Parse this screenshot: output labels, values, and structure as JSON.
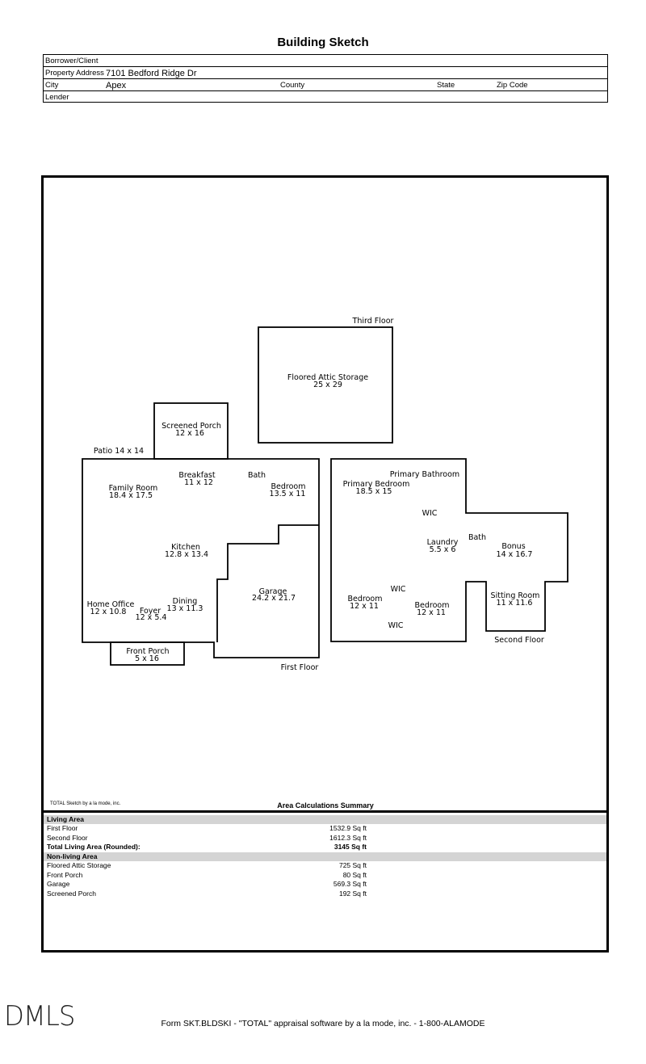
{
  "title": "Building Sketch",
  "header": {
    "borrower_label": "Borrower/Client",
    "borrower_value": "",
    "address_label": "Property Address",
    "address_value": "7101 Bedford Ridge Dr",
    "city_label": "City",
    "city_value": "Apex",
    "county_label": "County",
    "state_label": "State",
    "zip_label": "Zip Code",
    "lender_label": "Lender"
  },
  "sketch": {
    "third_floor_label": "Third Floor",
    "second_floor_label": "Second Floor",
    "first_floor_label": "First Floor",
    "patio_label": "Patio 14 x 14",
    "rooms": {
      "attic": {
        "name": "Floored Attic Storage",
        "dims": "25 x 29"
      },
      "screened_porch": {
        "name": "Screened Porch",
        "dims": "12 x 16"
      },
      "breakfast": {
        "name": "Breakfast",
        "dims": "11 x 12"
      },
      "family_room": {
        "name": "Family Room",
        "dims": "18.4 x 17.5"
      },
      "bath1": {
        "name": "Bath"
      },
      "bedroom1": {
        "name": "Bedroom",
        "dims": "13.5 x 11"
      },
      "kitchen": {
        "name": "Kitchen",
        "dims": "12.8 x 13.4"
      },
      "garage": {
        "name": "Garage",
        "dims": "24.2 x 21.7"
      },
      "home_office": {
        "name": "Home Office",
        "dims": "12 x 10.8"
      },
      "dining": {
        "name": "Dining",
        "dims": "13 x 11.3"
      },
      "foyer": {
        "name": "Foyer",
        "dims": "12 x 5.4"
      },
      "front_porch": {
        "name": "Front Porch",
        "dims": "5 x 16"
      },
      "primary_bath": {
        "name": "Primary Bathroom"
      },
      "primary_bed": {
        "name": "Primary Bedroom",
        "dims": "18.5 x 15"
      },
      "wic1": {
        "name": "WIC"
      },
      "laundry": {
        "name": "Laundry",
        "dims": "5.5 x 6"
      },
      "bath2": {
        "name": "Bath"
      },
      "bonus": {
        "name": "Bonus",
        "dims": "14 x 16.7"
      },
      "wic2": {
        "name": "WIC"
      },
      "bedroom2": {
        "name": "Bedroom",
        "dims": "12 x 11"
      },
      "bedroom3": {
        "name": "Bedroom",
        "dims": "12 x 11"
      },
      "wic3": {
        "name": "WIC"
      },
      "sitting_room": {
        "name": "Sitting Room",
        "dims": "11 x 11.6"
      }
    }
  },
  "summary": {
    "note": "TOTAL Sketch by a la mode, inc.",
    "title": "Area Calculations Summary",
    "living_header": "Living Area",
    "first_floor": {
      "label": "First Floor",
      "value": "1532.9 Sq ft"
    },
    "second_floor": {
      "label": "Second Floor",
      "value": "1612.3 Sq ft"
    },
    "total": {
      "label": "Total Living Area (Rounded):",
      "value": "3145 Sq ft"
    },
    "nonliving_header": "Non-living Area",
    "attic": {
      "label": "Floored Attic Storage",
      "value": "725 Sq ft"
    },
    "front_porch": {
      "label": "Front Porch",
      "value": "80 Sq ft"
    },
    "garage": {
      "label": "Garage",
      "value": "569.3 Sq ft"
    },
    "screened_porch": {
      "label": "Screened Porch",
      "value": "192 Sq ft"
    }
  },
  "logo_text": "DMLS",
  "footer": "Form SKT.BLDSKI - \"TOTAL\" appraisal software by a la mode, inc. - 1-800-ALAMODE"
}
